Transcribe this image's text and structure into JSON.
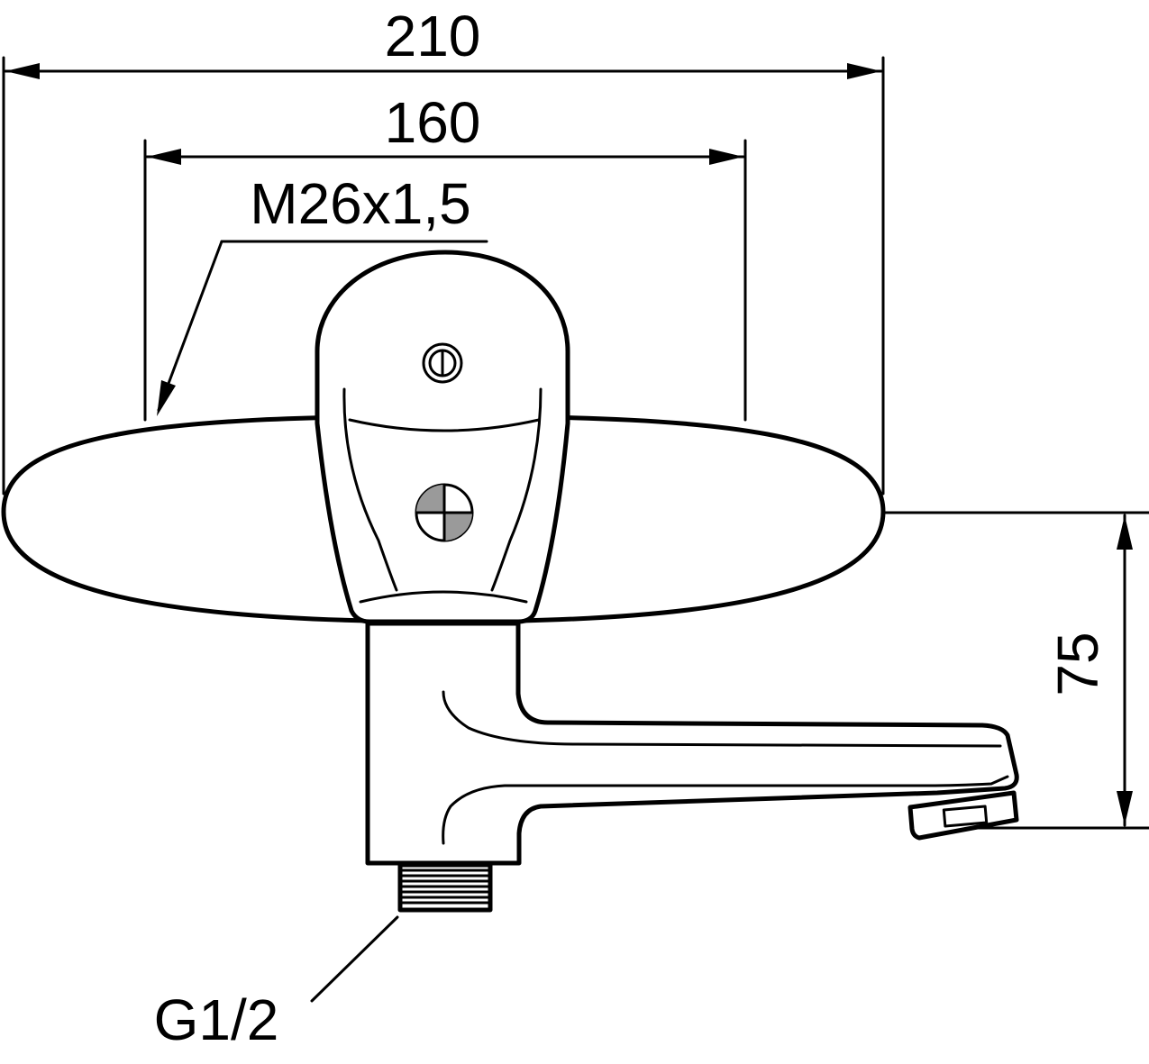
{
  "dimensions": {
    "overall_width": "210",
    "rosette_width": "160",
    "thread": "M26x1,5",
    "height": "75",
    "connection": "G1/2"
  },
  "colors": {
    "ink": "#000000",
    "marker_fill": "#9a9a9a",
    "background": "#ffffff"
  }
}
